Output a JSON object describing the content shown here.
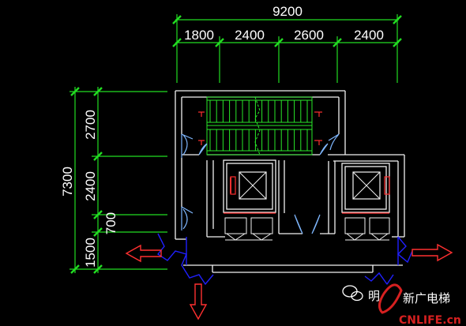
{
  "drawing": {
    "background": "#000000",
    "colors": {
      "wall": "#f2f2f2",
      "dimension_line": "#22dd22",
      "stair": "#29e829",
      "door": "#7fb7ff",
      "elevator_pit": "#ff3030",
      "entrance": "#2020ff",
      "arrow": "#ff3030",
      "text": "#ffffff",
      "leader": "#e0c040"
    },
    "top_dimensions": {
      "overall": "9200",
      "segments": [
        "1800",
        "2400",
        "2600",
        "2400"
      ]
    },
    "left_dimensions": {
      "overall": "7300",
      "segments": [
        "2700",
        "2400",
        "700",
        "1500"
      ]
    }
  },
  "watermark": {
    "line1": "明",
    "line1_rest": "新广电梯",
    "line2": "CNLIFE.cn",
    "icon": "wechat-icon"
  }
}
